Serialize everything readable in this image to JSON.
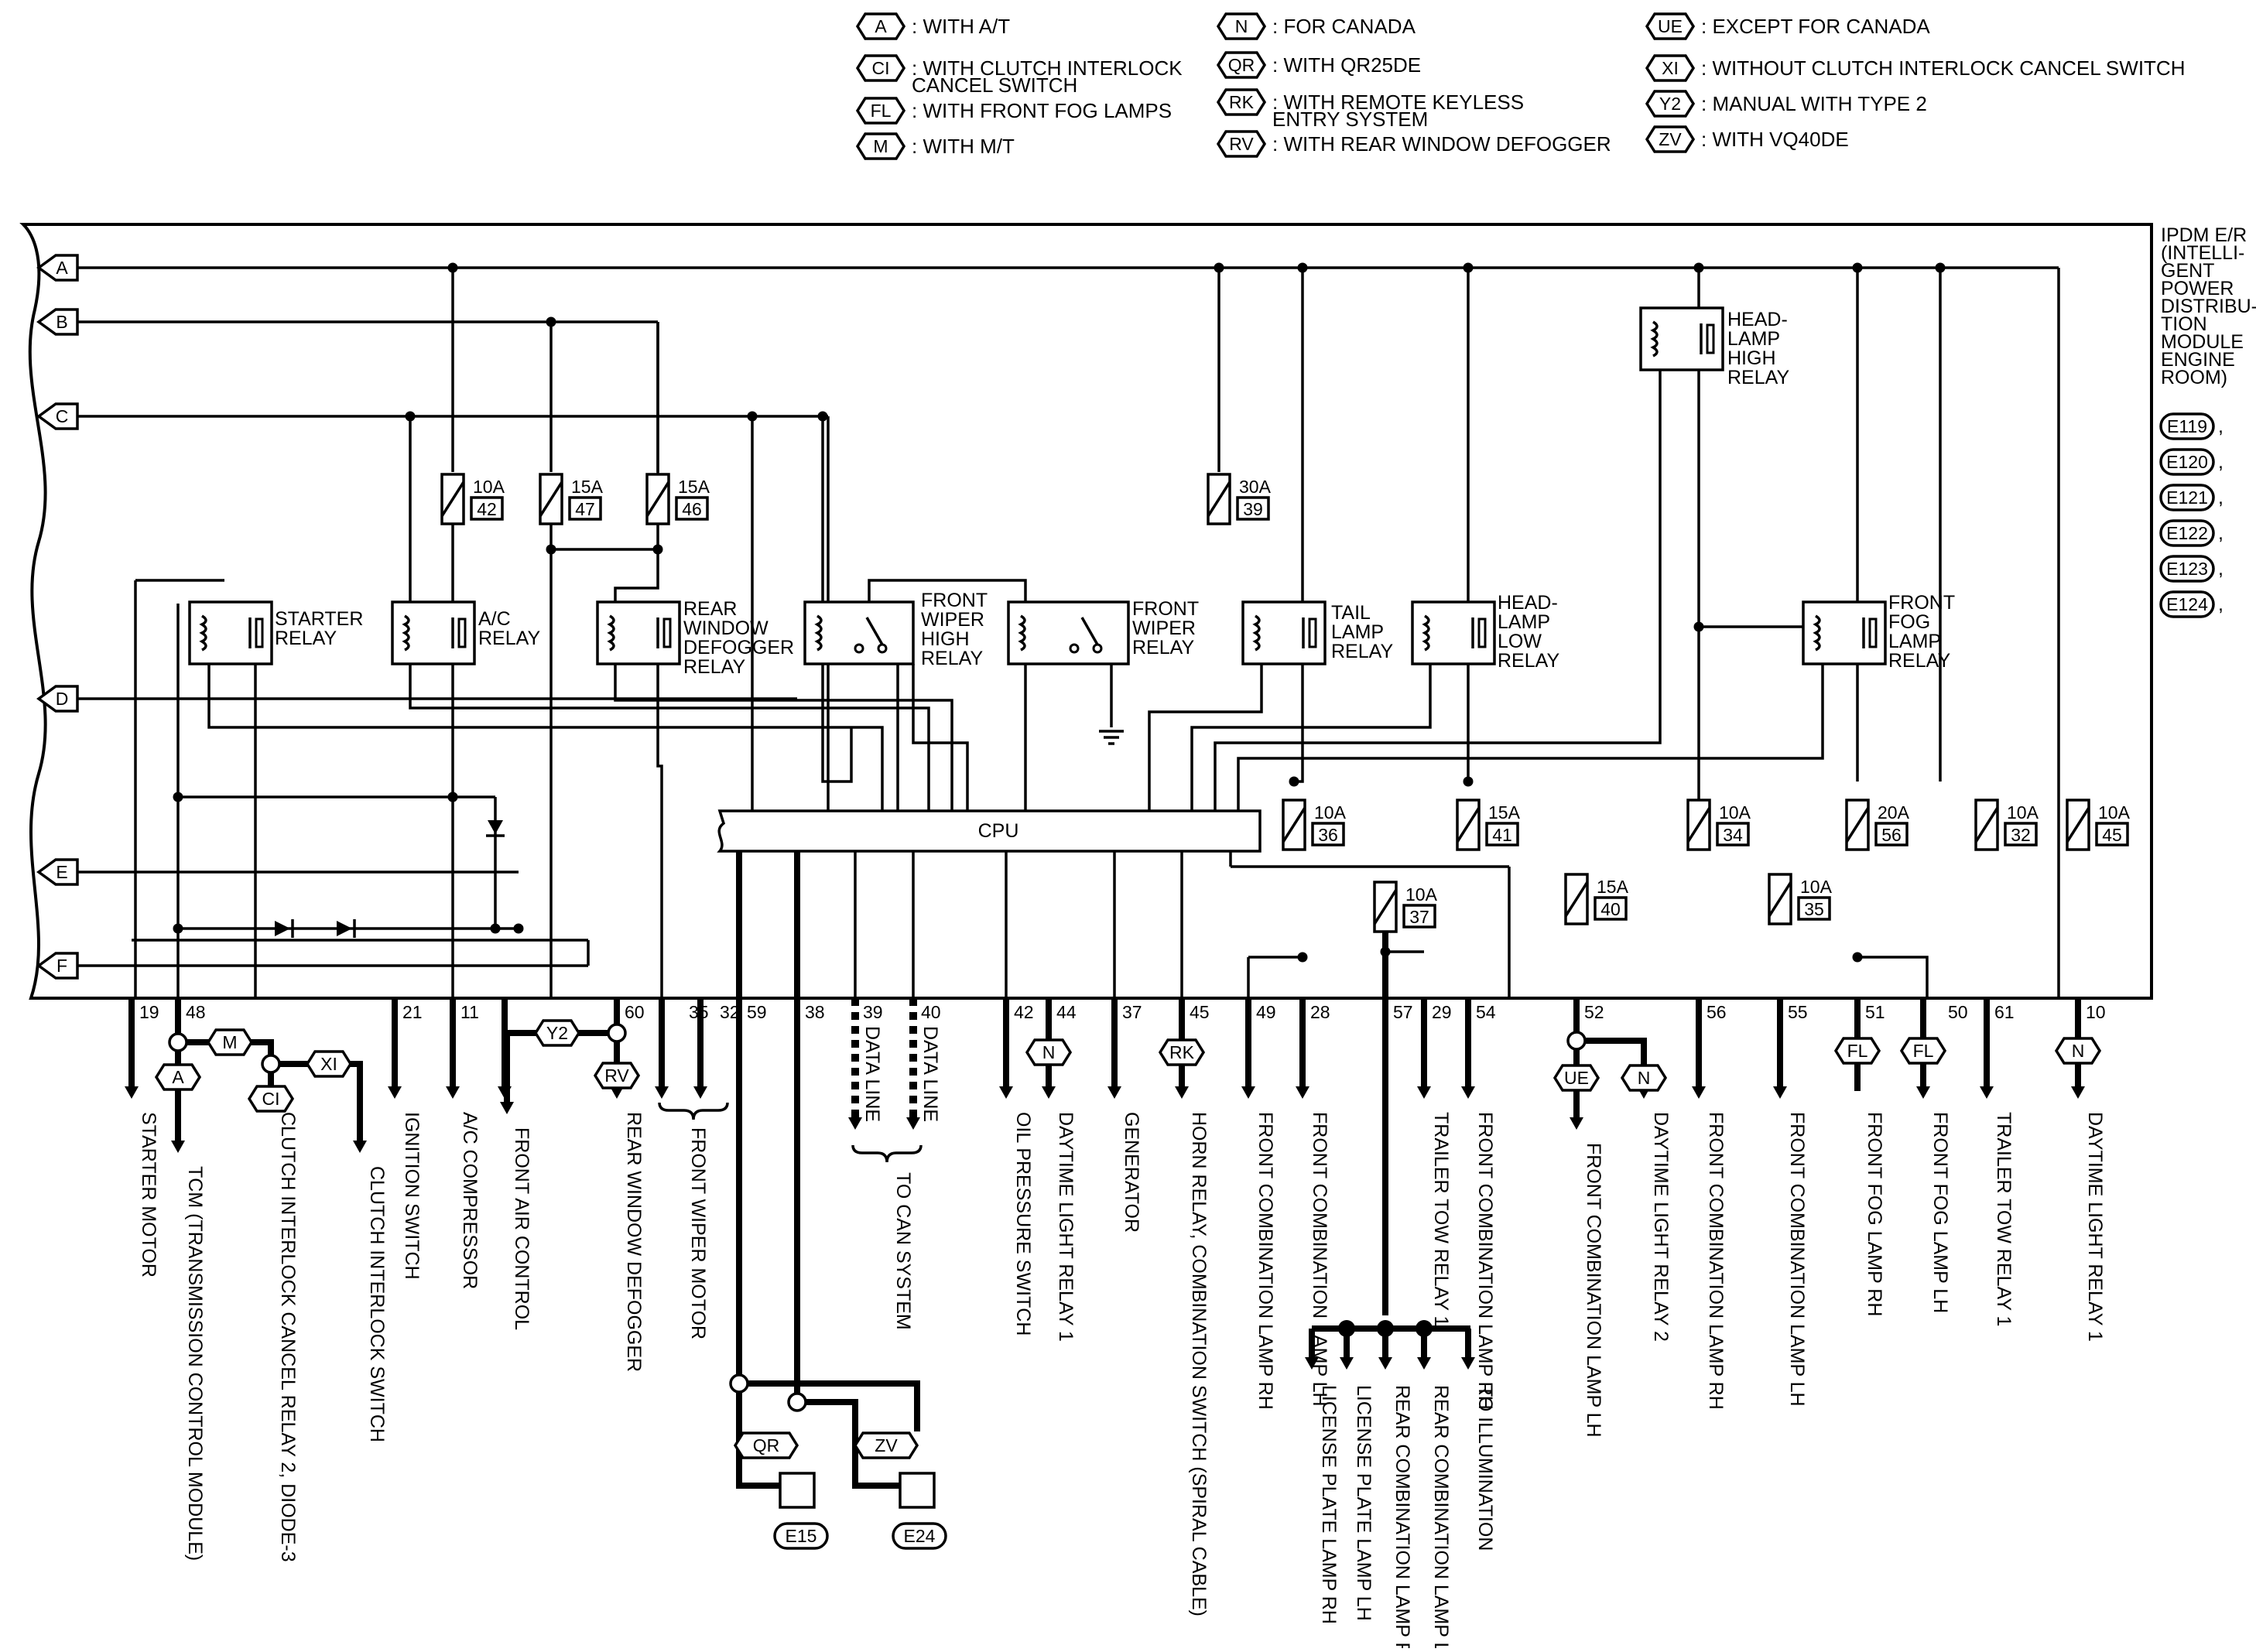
{
  "legend": [
    {
      "code": "A",
      "text": ": WITH A/T"
    },
    {
      "code": "CI",
      "text": ": WITH CLUTCH INTERLOCK CANCEL SWITCH"
    },
    {
      "code": "FL",
      "text": ": WITH FRONT FOG LAMPS"
    },
    {
      "code": "M",
      "text": ": WITH M/T"
    },
    {
      "code": "N",
      "text": ": FOR CANADA"
    },
    {
      "code": "QR",
      "text": ": WITH QR25DE"
    },
    {
      "code": "RK",
      "text": ": WITH REMOTE KEYLESS ENTRY SYSTEM"
    },
    {
      "code": "RV",
      "text": ": WITH REAR WINDOW DEFOGGER"
    },
    {
      "code": "UE",
      "text": ": EXCEPT FOR CANADA"
    },
    {
      "code": "XI",
      "text": ": WITHOUT CLUTCH INTERLOCK CANCEL SWITCH"
    },
    {
      "code": "Y2",
      "text": ": MANUAL WITH TYPE 2"
    },
    {
      "code": "ZV",
      "text": ": WITH VQ40DE"
    }
  ],
  "module": {
    "name_lines": [
      "IPDM E/R",
      "(INTELLI-",
      "GENT",
      "POWER",
      "DISTRIBU-",
      "TION",
      "MODULE",
      "ENGINE",
      "ROOM)"
    ],
    "connectors": [
      "E119",
      ",",
      "E120",
      ",",
      "E121",
      ",",
      "E122",
      ",",
      "E123",
      ",",
      "E124"
    ]
  },
  "buses": [
    "A",
    "B",
    "C",
    "D",
    "E",
    "F"
  ],
  "cpu_label": "CPU",
  "relays": [
    {
      "lines": [
        "STARTER",
        "RELAY"
      ]
    },
    {
      "lines": [
        "A/C",
        "RELAY"
      ]
    },
    {
      "lines": [
        "REAR",
        "WINDOW",
        "DEFOGGER",
        "RELAY"
      ]
    },
    {
      "lines": [
        "FRONT",
        "WIPER",
        "HIGH",
        "RELAY"
      ]
    },
    {
      "lines": [
        "FRONT",
        "WIPER",
        "RELAY"
      ]
    },
    {
      "lines": [
        "TAIL",
        "LAMP",
        "RELAY"
      ]
    },
    {
      "lines": [
        "HEAD-",
        "LAMP",
        "LOW",
        "RELAY"
      ]
    },
    {
      "lines": [
        "HEAD-",
        "LAMP",
        "HIGH",
        "RELAY"
      ]
    },
    {
      "lines": [
        "FRONT",
        "FOG",
        "LAMP",
        "RELAY"
      ]
    }
  ],
  "fuses": [
    {
      "amp": "10A",
      "num": "42"
    },
    {
      "amp": "15A",
      "num": "47"
    },
    {
      "amp": "15A",
      "num": "46"
    },
    {
      "amp": "30A",
      "num": "39"
    },
    {
      "amp": "10A",
      "num": "36"
    },
    {
      "amp": "10A",
      "num": "37"
    },
    {
      "amp": "15A",
      "num": "41"
    },
    {
      "amp": "15A",
      "num": "40"
    },
    {
      "amp": "10A",
      "num": "34"
    },
    {
      "amp": "10A",
      "num": "35"
    },
    {
      "amp": "20A",
      "num": "56"
    },
    {
      "amp": "10A",
      "num": "32"
    },
    {
      "amp": "10A",
      "num": "45"
    }
  ],
  "pins": [
    "19",
    "48",
    "21",
    "11",
    "60",
    "35",
    "32",
    "59",
    "38",
    "39",
    "40",
    "42",
    "44",
    "37",
    "45",
    "49",
    "28",
    "57",
    "29",
    "54",
    "52",
    "56",
    "55",
    "51",
    "50",
    "61",
    "10"
  ],
  "outputs": [
    "STARTER MOTOR",
    "TCM (TRANSMISSION CONTROL MODULE)",
    "CLUTCH INTERLOCK CANCEL RELAY 2, DIODE-3",
    "CLUTCH INTERLOCK SWITCH",
    "IGNITION SWITCH",
    "A/C COMPRESSOR",
    "FRONT AIR CONTROL",
    "REAR WINDOW DEFOGGER",
    "FRONT WIPER MOTOR",
    "DATA LINE",
    "DATA LINE",
    "TO CAN SYSTEM",
    "OIL PRESSURE SWITCH",
    "DAYTIME LIGHT RELAY 1",
    "GENERATOR",
    "HORN RELAY, COMBINATION SWITCH (SPIRAL CABLE)",
    "FRONT COMBINATION LAMP RH",
    "FRONT COMBINATION LAMP LH",
    "TRAILER TOW RELAY 1",
    "FRONT COMBINATION LAMP RH",
    "FRONT COMBINATION LAMP LH",
    "DAYTIME LIGHT RELAY 2",
    "FRONT COMBINATION LAMP RH",
    "FRONT COMBINATION LAMP LH",
    "FRONT FOG LAMP RH",
    "FRONT FOG LAMP LH",
    "TRAILER TOW RELAY 1",
    "DAYTIME LIGHT RELAY 1",
    "LICENSE PLATE LAMP RH",
    "LICENSE PLATE LAMP LH",
    "REAR COMBINATION LAMP RH",
    "REAR COMBINATION LAMP LH",
    "TO ILLUMINATION"
  ],
  "option_tags": [
    "A",
    "M",
    "CI",
    "XI",
    "Y2",
    "RV",
    "N",
    "RK",
    "UE",
    "N",
    "FL",
    "FL",
    "N",
    "QR",
    "ZV"
  ],
  "grounds": [
    "E15",
    "E24"
  ]
}
